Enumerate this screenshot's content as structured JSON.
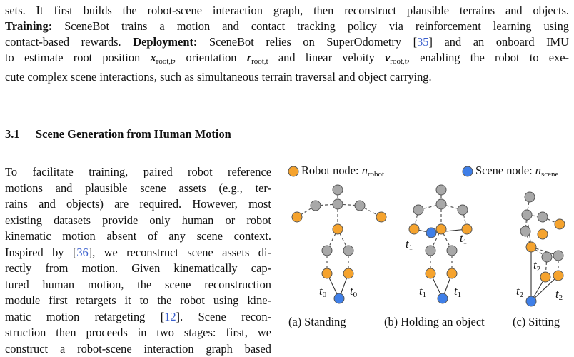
{
  "intro": {
    "line1": "sets. It first builds the robot-scene interaction graph, then reconstruct plausible terrains and objects.",
    "training_label": "Training:",
    "training_text_a": " SceneBot trains a motion and contact tracking policy via reinforcement learning using",
    "line3": "contact-based rewards.",
    "deployment_label": "Deployment:",
    "deployment_text_a": " SceneBot relies on SuperOdometry [",
    "ref_35": "35",
    "deployment_text_b": "] and an onboard IMU",
    "line5a": "to estimate root position ",
    "x_sym": "x",
    "root_t": "root,t",
    "line5b": ", orientation ",
    "r_sym": "r",
    "line5c": " and linear veloity ",
    "v_sym": "v",
    "line5d": ", enabling the robot to exe-",
    "line6": "cute complex scene interactions, such as simultaneous terrain traversal and object carrying."
  },
  "section": {
    "number": "3.1",
    "title": "Scene Generation from Human Motion"
  },
  "body": {
    "l1": "To facilitate training, paired robot reference",
    "l2": "motions and plausible scene assets (e.g., ter-",
    "l3": "rains and objects) are required. However, most",
    "l4": "existing datasets provide only human or robot",
    "l5": "kinematic motion absent of any scene context.",
    "l6a": "Inspired by [",
    "ref_36": "36",
    "l6b": "], we reconstruct scene assets di-",
    "l7": "rectly from motion. Given kinematically cap-",
    "l8": "tured human motion, the scene reconstruction",
    "l9": "module first retargets it to the robot using kine-",
    "l10a": "matic motion retargeting [",
    "ref_12": "12",
    "l10b": "]. Scene recon-",
    "l11": "struction then proceeds in two stages: first, we",
    "l12": "construct a robot-scene interaction graph based"
  },
  "figure": {
    "legend_robot": "Robot node: ",
    "legend_scene": "Scene node: ",
    "n_sym": "n",
    "robot_sub": "robot",
    "scene_sub": "scene",
    "t0": "t",
    "t0_sub": "0",
    "t1_sub": "1",
    "t2_sub": "2",
    "captions": [
      "(a) Standing",
      "(b) Holding an object",
      "(c) Sitting"
    ],
    "colors": {
      "robot": "#f5a32e",
      "scene": "#3f7fe8",
      "joint": "#a8a8a8",
      "outline": "#555555"
    }
  }
}
